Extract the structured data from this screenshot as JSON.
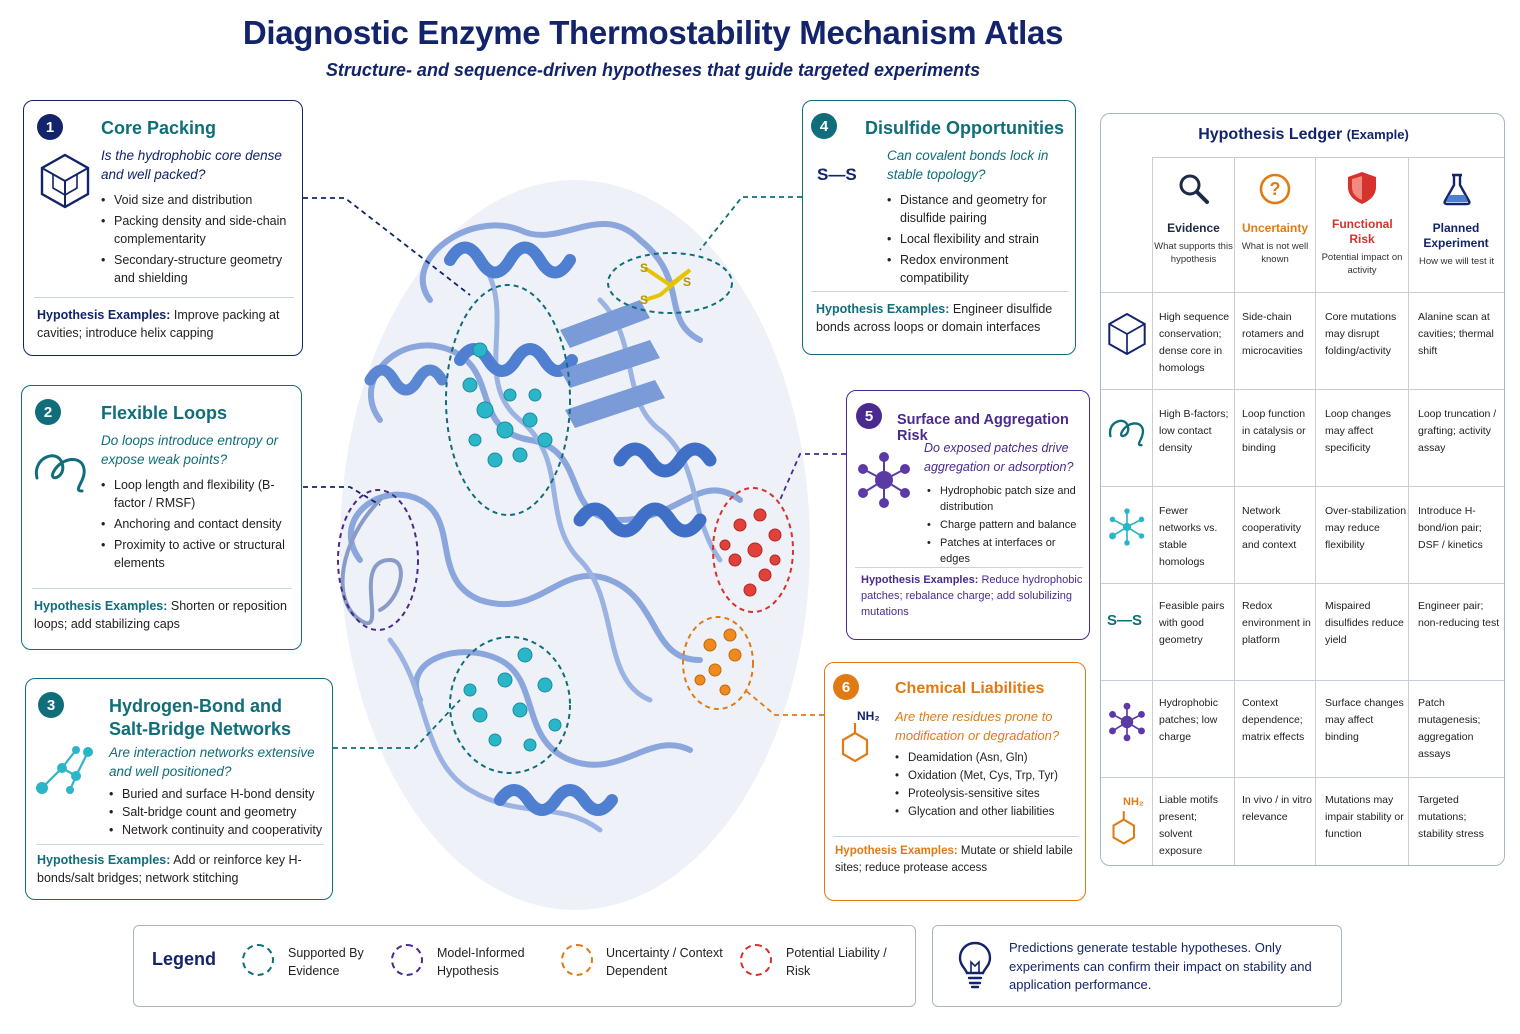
{
  "header": {
    "title": "Diagnostic Enzyme Thermostability Mechanism Atlas",
    "subtitle": "Structure- and sequence-driven hypotheses that guide targeted experiments"
  },
  "colors": {
    "navy": "#13246b",
    "teal": "#0f6e7a",
    "purple": "#4a2a8e",
    "orange": "#e07b14",
    "red": "#d6332c",
    "blue_protein": "#4f7fd0"
  },
  "panels": [
    {
      "number": "1",
      "title": "Core Packing",
      "question": "Is the hydrophobic core dense and well packed?",
      "bullets": [
        "Void size and distribution",
        "Packing density and side-chain complementarity",
        "Secondary-structure geometry and shielding"
      ],
      "example_label": "Hypothesis Examples:",
      "example_text": "Improve packing at cavities; introduce helix capping",
      "icon": "cube-icon"
    },
    {
      "number": "2",
      "title": "Flexible Loops",
      "question": "Do loops introduce entropy or expose weak points?",
      "bullets": [
        "Loop length and flexibility (B-factor / RMSF)",
        "Anchoring and contact density",
        "Proximity to active or structural elements"
      ],
      "example_label": "Hypothesis Examples:",
      "example_text": "Shorten or reposition loops; add stabilizing caps",
      "icon": "loop-icon"
    },
    {
      "number": "3",
      "title": "Hydrogen-Bond and Salt-Bridge Networks",
      "question": "Are interaction networks extensive and well positioned?",
      "bullets": [
        "Buried and surface H-bond density",
        "Salt-bridge count and geometry",
        "Network continuity and cooperativity"
      ],
      "example_label": "Hypothesis Examples:",
      "example_text": "Add or reinforce key H-bonds/salt bridges; network stitching",
      "icon": "network-icon"
    },
    {
      "number": "4",
      "title": "Disulfide Opportunities",
      "question": "Can covalent bonds lock in stable topology?",
      "bullets": [
        "Distance and geometry for disulfide pairing",
        "Local flexibility and strain",
        "Redox environment compatibility"
      ],
      "example_label": "Hypothesis Examples:",
      "example_text": "Engineer disulfide bonds across loops or domain interfaces",
      "icon": "disulfide-icon",
      "icon_text": "S—S"
    },
    {
      "number": "5",
      "title": "Surface and Aggregation Risk",
      "question": "Do exposed patches drive aggregation or adsorption?",
      "bullets": [
        "Hydrophobic patch size and distribution",
        "Charge pattern and balance",
        "Patches at interfaces or edges"
      ],
      "example_label": "Hypothesis Examples:",
      "example_text": "Reduce hydrophobic patches; rebalance charge; add solubilizing mutations",
      "icon": "patch-icon"
    },
    {
      "number": "6",
      "title": "Chemical Liabilities",
      "question": "Are there residues prone to modification or degradation?",
      "bullets": [
        "Deamidation (Asn, Gln)",
        "Oxidation (Met, Cys, Trp, Tyr)",
        "Proteolysis-sensitive sites",
        "Glycation and other liabilities"
      ],
      "example_label": "Hypothesis Examples:",
      "example_text": "Mutate or shield labile sites; reduce protease access",
      "icon": "amine-ring-icon",
      "icon_text": "NH₂"
    }
  ],
  "ledger": {
    "title": "Hypothesis Ledger",
    "title_suffix": "(Example)",
    "columns": [
      {
        "heading": "Evidence",
        "desc": "What supports this hypothesis",
        "color": "#1d2a44",
        "icon": "magnifier-icon"
      },
      {
        "heading": "Uncertainty",
        "desc": "What is not well known",
        "color": "#e07b14",
        "icon": "question-icon"
      },
      {
        "heading": "Functional Risk",
        "desc": "Potential impact on activity",
        "color": "#d6332c",
        "icon": "shield-icon"
      },
      {
        "heading": "Planned Experiment",
        "desc": "How we will test it",
        "color": "#13246b",
        "icon": "flask-icon"
      }
    ],
    "rows": [
      {
        "icon": "cube-icon",
        "cells": [
          "High sequence conservation; dense core in homologs",
          "Side-chain rotamers and microcavities",
          "Core mutations may disrupt folding/activity",
          "Alanine scan at cavities; thermal shift"
        ]
      },
      {
        "icon": "loop-icon",
        "cells": [
          "High B-factors; low contact density",
          "Loop function in catalysis or binding",
          "Loop changes may affect specificity",
          "Loop truncation / grafting; activity assay"
        ]
      },
      {
        "icon": "network-icon",
        "cells": [
          "Fewer networks vs. stable homologs",
          "Network cooperativity and context",
          "Over-stabilization may reduce flexibility",
          "Introduce H-bond/ion pair; DSF / kinetics"
        ]
      },
      {
        "icon": "disulfide-icon",
        "icon_text": "S—S",
        "cells": [
          "Feasible pairs with good geometry",
          "Redox environment in platform",
          "Mispaired disulfides reduce yield",
          "Engineer pair; non-reducing test"
        ]
      },
      {
        "icon": "patch-icon",
        "cells": [
          "Hydrophobic patches; low charge",
          "Context dependence; matrix effects",
          "Surface changes may affect binding",
          "Patch mutagenesis; aggregation assays"
        ]
      },
      {
        "icon": "amine-ring-icon",
        "icon_text": "NH₂",
        "cells": [
          "Liable motifs present; solvent exposure",
          "In vivo / in vitro relevance",
          "Mutations may impair stability or function",
          "Targeted mutations; stability stress"
        ]
      }
    ]
  },
  "legend": {
    "title": "Legend",
    "items": [
      {
        "label": "Supported By Evidence",
        "color": "#0f6e7a"
      },
      {
        "label": "Model-Informed Hypothesis",
        "color": "#4a2a8e"
      },
      {
        "label": "Uncertainty / Context Dependent",
        "color": "#e07b14"
      },
      {
        "label": "Potential Liability / Risk",
        "color": "#d6332c"
      }
    ]
  },
  "note": {
    "text": "Predictions generate testable hypotheses. Only experiments can confirm their impact on stability and application performance.",
    "icon": "lightbulb-icon"
  },
  "structure": {
    "disulfide_labels": [
      "S",
      "S",
      "S"
    ]
  }
}
